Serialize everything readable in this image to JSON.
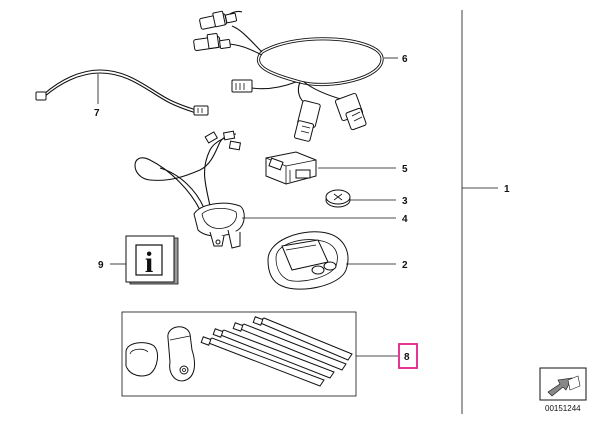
{
  "callouts": {
    "c1": "1",
    "c2": "2",
    "c3": "3",
    "c4": "4",
    "c5": "5",
    "c6": "6",
    "c7": "7",
    "c8": "8",
    "c9": "9"
  },
  "info_symbol": "i",
  "diagram_number": "00151244",
  "highlight_color": "#e0208c"
}
